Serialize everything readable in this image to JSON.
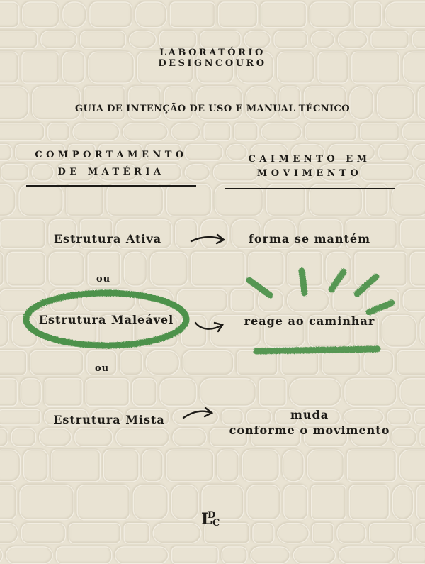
{
  "brand": {
    "line1": "LABORATÓRIO",
    "line2": "DESIGNCOURO"
  },
  "subtitle": "GUIA DE INTENÇÃO DE USO E MANUAL TÉCNICO",
  "left_column": {
    "heading_line1": "COMPORTAMENTO",
    "heading_line2": "DE MATÉRIA"
  },
  "right_column": {
    "heading_line1": "CAIMENTO EM",
    "heading_line2": "MOVIMENTO"
  },
  "rows": [
    {
      "structure": "Estrutura Ativa",
      "behavior": "forma se mantém"
    },
    {
      "structure": "Estrutura Maleável",
      "behavior": "reage ao caminhar",
      "highlighted": true
    },
    {
      "structure": "Estrutura Mista",
      "behavior_line1": "muda",
      "behavior_line2": "conforme o movimento"
    }
  ],
  "separator_word": "ou",
  "separator_word_2": "ou",
  "logo": {
    "letter_l": "L",
    "letter_d": "D",
    "letter_c": "C"
  },
  "colors": {
    "background": "#e9e3d3",
    "text": "#1d1b17",
    "highlight_green": "#3e8a3c"
  }
}
